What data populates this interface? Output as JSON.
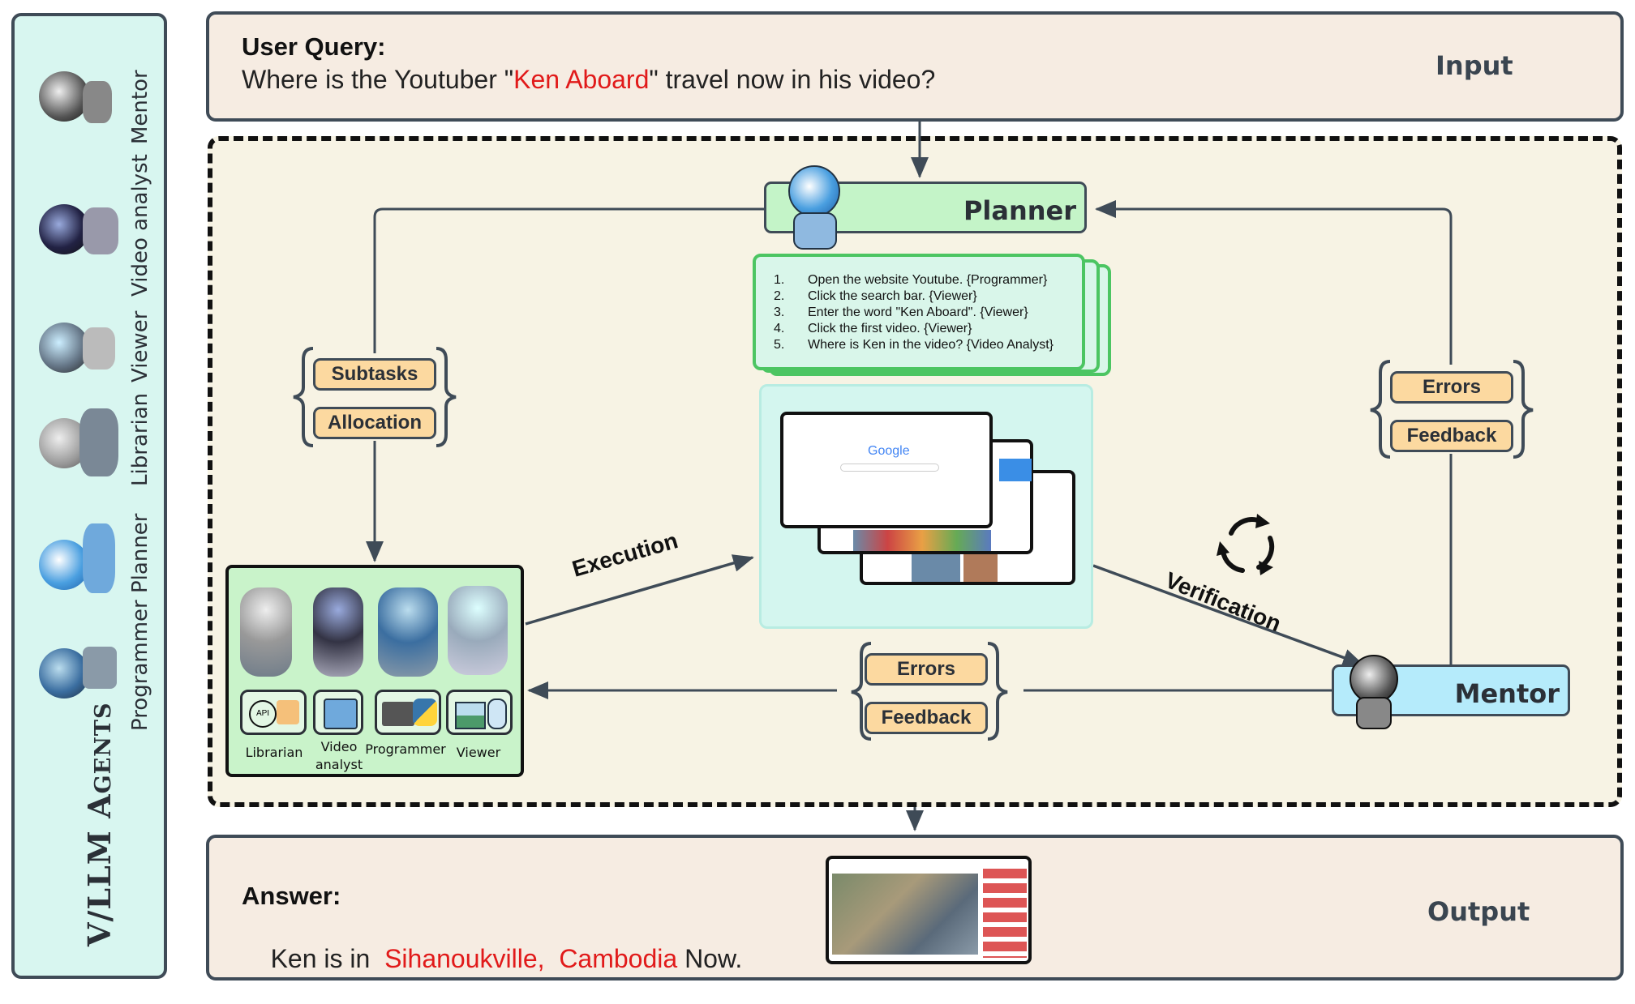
{
  "sidebar": {
    "title": "V/LLM Agents",
    "agents": [
      "Mentor",
      "Video analyst",
      "Viewer",
      "Librarian",
      "Planner",
      "Programmer"
    ]
  },
  "input_panel": {
    "label": "User Query:",
    "query_before": "Where is the Youtuber \"",
    "query_highlight": "Ken Aboard",
    "query_after": "\" travel now in his video?",
    "side_label": "Input"
  },
  "planner": {
    "title": "Planner",
    "plan_numbers": [
      "1.",
      "2.",
      "3.",
      "4.",
      "5."
    ],
    "plan_steps": [
      "Open the website Youtube. {Programmer}",
      "Click the search bar. {Viewer}",
      "Enter the word \"Ken Aboard\". {Viewer}",
      "Click the first video. {Viewer}",
      "Where is Ken in the video? {Video Analyst}"
    ]
  },
  "left_bracket": {
    "top": "Subtasks",
    "bottom": "Allocation"
  },
  "right_bracket": {
    "top": "Errors",
    "bottom": "Feedback"
  },
  "bottom_bracket": {
    "top": "Errors",
    "bottom": "Feedback"
  },
  "execution_label": "Execution",
  "verification_label": "Verification",
  "screens": {
    "google_logo": "Google"
  },
  "agents_box": {
    "tools": [
      {
        "label": "Librarian",
        "icon": "api-icon"
      },
      {
        "label": "Video\nanalyst",
        "icon": "video-player-icon"
      },
      {
        "label": "Programmer",
        "icon": "terminal-python-icon"
      },
      {
        "label": "Viewer",
        "icon": "image-mouse-icon"
      }
    ]
  },
  "mentor": {
    "title": "Mentor"
  },
  "output_panel": {
    "label": "Answer:",
    "answer_before": "Ken is in ",
    "answer_city": "Sihanoukville,",
    "answer_country": "Cambodia",
    "answer_after": " Now.",
    "side_label": "Output"
  },
  "colors": {
    "planner_green": "#c4f4c8",
    "mentor_blue": "#b5ebfb",
    "pill_orange": "#fcd9a0",
    "highlight_red": "#e11a1a",
    "sidebar_teal": "#d8f6f0"
  }
}
